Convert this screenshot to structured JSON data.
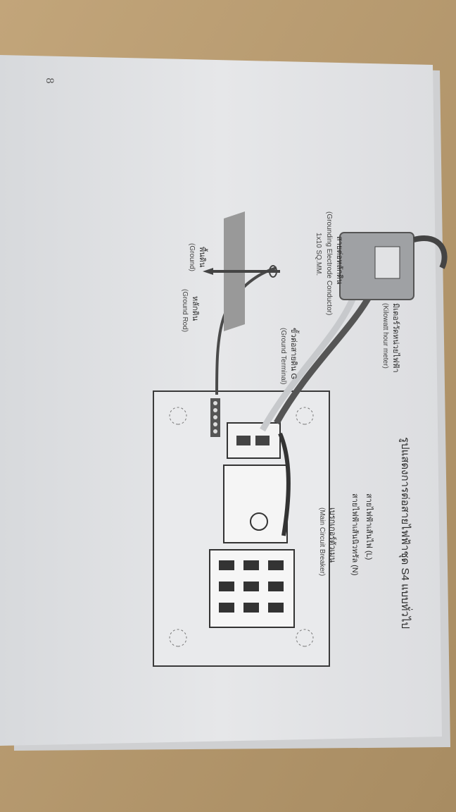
{
  "page": {
    "page_number": "8"
  },
  "figure": {
    "title": "รูปแสดงการต่อสายไฟฟ้าชุด S4 แบบทั่วไป",
    "labels": {
      "line_wire_th": "สายไฟฟ้าเส้นไฟ (L)",
      "neutral_wire_th": "สายไฟฟ้าเส้นนิวทรัล (N)",
      "main_breaker_th": "เบรกเกอร์ตัวเมน",
      "main_breaker_en": "(Main Circuit Breaker)",
      "kwh_meter_th": "มิเตอร์วัดหน่วยไฟฟ้า",
      "kwh_meter_en": "(Kilowatt hour meter)",
      "ground_terminal_th": "ขั้วต่อสายดิน G",
      "ground_terminal_en": "(Ground Terminal)",
      "ground_conductor_th": "สายต่อหลักดิน",
      "ground_conductor_en": "(Grounding Electrode Conductor)",
      "ground_conductor_size": "1x10 SQ.MM.",
      "ground_th": "พื้นดิน",
      "ground_en": "(Ground)",
      "ground_rod_th": "หลักดิน",
      "ground_rod_en": "(Ground Rod)"
    }
  }
}
